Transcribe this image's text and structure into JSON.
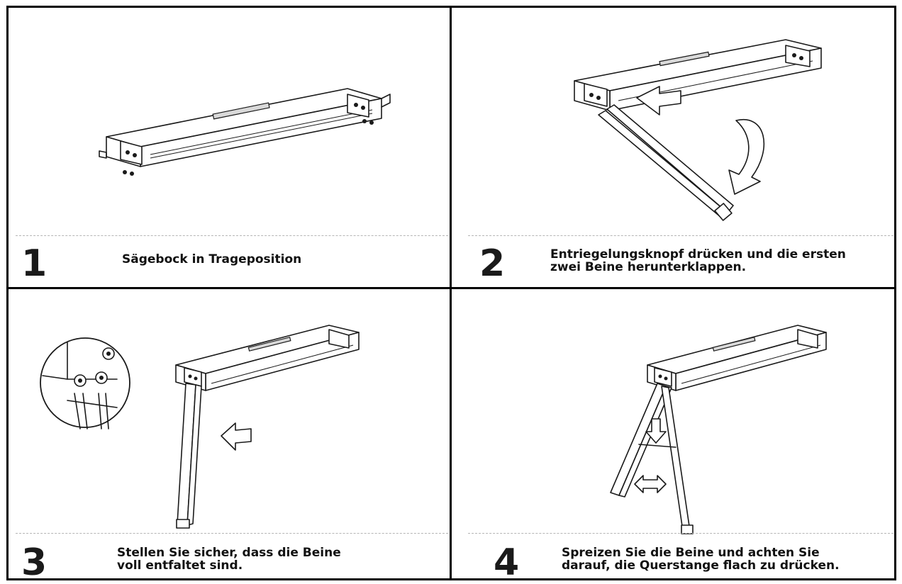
{
  "steps": [
    {
      "number": "1",
      "caption": "Sägebock in Trageposition"
    },
    {
      "number": "2",
      "caption": "Entriegelungsknopf drücken und die ersten\nzwei Beine herunterklappen."
    },
    {
      "number": "3",
      "caption": "Stellen Sie sicher, dass die Beine\nvoll entfaltet sind."
    },
    {
      "number": "4",
      "caption": "Spreizen Sie die Beine und achten Sie\ndarauf, die Querstange flach zu drücken."
    }
  ]
}
